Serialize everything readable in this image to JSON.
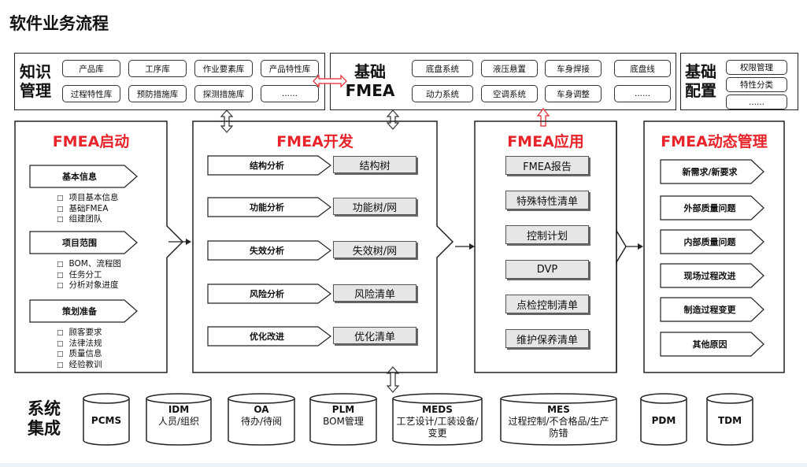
{
  "title": "软件业务流程",
  "top": {
    "knowledge": {
      "label1": "知识",
      "label2": "管理",
      "items": [
        "产品库",
        "工序库",
        "作业要素库",
        "产品特性库",
        "过程特性库",
        "预防措施库",
        "探测措施库",
        "......"
      ]
    },
    "base_fmea": {
      "label1": "基础",
      "label2": "FMEA",
      "items": [
        "底盘系统",
        "液压悬置",
        "车身焊接",
        "底盘线",
        "动力系统",
        "空调系统",
        "车身调整",
        "......"
      ]
    },
    "base_config": {
      "label1": "基础",
      "label2": "配置",
      "items": [
        "权限管理",
        "特性分类",
        "......"
      ]
    }
  },
  "fmea_start": {
    "title": "FMEA启动",
    "groups": [
      {
        "label": "基本信息",
        "bullets": [
          "项目基本信息",
          "基础FMEA",
          "组建团队"
        ]
      },
      {
        "label": "项目范围",
        "bullets": [
          "BOM、流程图",
          "任务分工",
          "分析对象进度"
        ]
      },
      {
        "label": "策划准备",
        "bullets": [
          "顾客要求",
          "法律法规",
          "质量信息",
          "经验教训"
        ]
      }
    ]
  },
  "fmea_dev": {
    "title": "FMEA开发",
    "steps": [
      {
        "label": "结构分析",
        "output": "结构树"
      },
      {
        "label": "功能分析",
        "output": "功能树/网"
      },
      {
        "label": "失效分析",
        "output": "失效树/网"
      },
      {
        "label": "风险分析",
        "output": "风险清单"
      },
      {
        "label": "优化改进",
        "output": "优化清单"
      }
    ]
  },
  "fmea_app": {
    "title": "FMEA应用",
    "items": [
      "FMEA报告",
      "特殊特性清单",
      "控制计划",
      "DVP",
      "点检控制清单",
      "维护保养清单"
    ]
  },
  "fmea_dyn": {
    "title": "FMEA动态管理",
    "items": [
      "新需求/新要求",
      "外部质量问题",
      "内部质量问题",
      "现场过程改进",
      "制造过程变更",
      "其他原因"
    ]
  },
  "systems": {
    "label1": "系统",
    "label2": "集成",
    "items": [
      {
        "name": "PCMS",
        "desc": ""
      },
      {
        "name": "IDM",
        "desc": "人员/组织"
      },
      {
        "name": "OA",
        "desc": "待办/待阅"
      },
      {
        "name": "PLM",
        "desc": "BOM管理"
      },
      {
        "name": "MEDS",
        "desc": "工艺设计/工装设备/变更"
      },
      {
        "name": "MES",
        "desc": "过程控制/不合格品/生产防错"
      },
      {
        "name": "PDM",
        "desc": ""
      },
      {
        "name": "TDM",
        "desc": ""
      }
    ]
  },
  "colors": {
    "accent_red": "#e8232a",
    "output_gray": "#e6e6e6"
  }
}
